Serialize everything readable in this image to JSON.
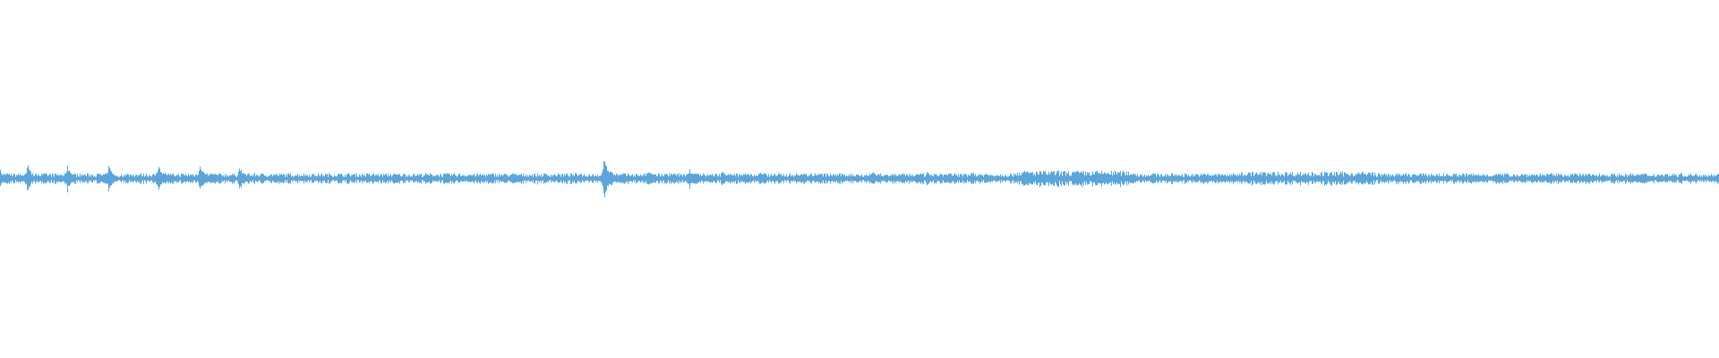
{
  "waveform": {
    "color": "#5aa6dc",
    "amplitude_scale": 1.0,
    "baseline_noise": 0.03,
    "transients": [
      {
        "t": 0.0,
        "peak": 0.05,
        "dur": 0.004
      },
      {
        "t": 0.016,
        "peak": 0.09,
        "dur": 0.006
      },
      {
        "t": 0.039,
        "peak": 0.08,
        "dur": 0.007
      },
      {
        "t": 0.063,
        "peak": 0.08,
        "dur": 0.007
      },
      {
        "t": 0.092,
        "peak": 0.09,
        "dur": 0.008
      },
      {
        "t": 0.116,
        "peak": 0.09,
        "dur": 0.008
      },
      {
        "t": 0.139,
        "peak": 0.08,
        "dur": 0.008
      },
      {
        "t": 0.335,
        "peak": 0.04,
        "dur": 0.004
      },
      {
        "t": 0.351,
        "peak": 0.11,
        "dur": 0.012
      },
      {
        "t": 0.377,
        "peak": 0.05,
        "dur": 0.01
      },
      {
        "t": 0.401,
        "peak": 0.06,
        "dur": 0.006
      },
      {
        "t": 0.42,
        "peak": 0.05,
        "dur": 0.009
      },
      {
        "t": 0.442,
        "peak": 0.05,
        "dur": 0.01
      },
      {
        "t": 0.467,
        "peak": 0.04,
        "dur": 0.007
      },
      {
        "t": 0.507,
        "peak": 0.05,
        "dur": 0.008
      },
      {
        "t": 0.539,
        "peak": 0.04,
        "dur": 0.008
      },
      {
        "t": 0.565,
        "peak": 0.05,
        "dur": 0.005
      }
    ]
  }
}
